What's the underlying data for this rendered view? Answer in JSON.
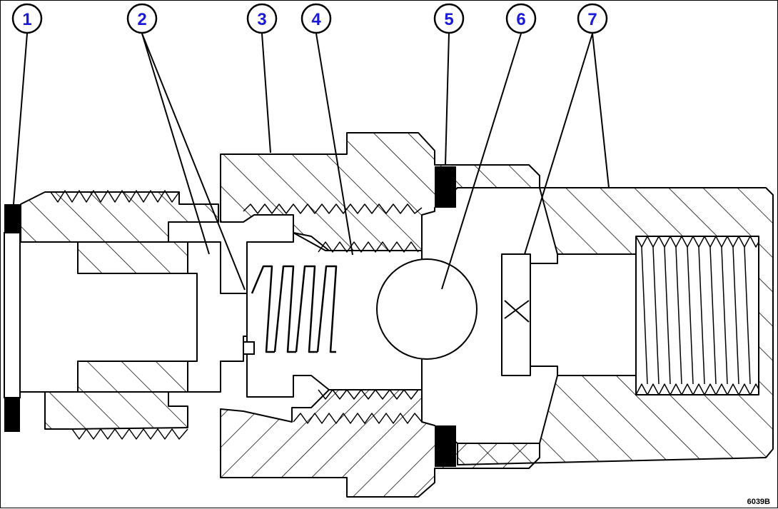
{
  "callouts": {
    "c1": "1",
    "c2": "2",
    "c3": "3",
    "c4": "4",
    "c5": "5",
    "c6": "6",
    "c7": "7"
  },
  "figure_code": "6039B",
  "colors": {
    "callout_text": "#1a1ad8",
    "line": "#000000",
    "background": "#ffffff"
  }
}
